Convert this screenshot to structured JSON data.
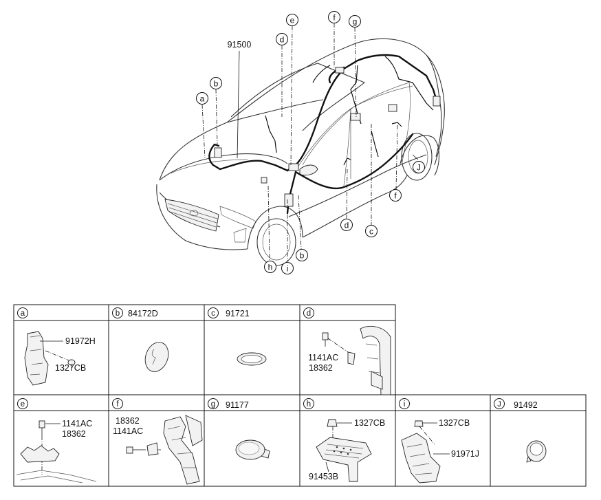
{
  "main_part_number": "91500",
  "callouts": {
    "a": "a",
    "b": "b",
    "c": "c",
    "d": "d",
    "e": "e",
    "f": "f",
    "g": "g",
    "h": "h",
    "i": "i",
    "j": "J"
  },
  "table": {
    "cells": [
      {
        "letter": "a",
        "header": "",
        "labels": [
          "91972H",
          "1327CB"
        ]
      },
      {
        "letter": "b",
        "header": "84172D",
        "labels": []
      },
      {
        "letter": "c",
        "header": "91721",
        "labels": []
      },
      {
        "letter": "d",
        "header": "",
        "labels": [
          "1141AC",
          "18362"
        ]
      },
      {
        "letter": "e",
        "header": "",
        "labels": [
          "1141AC",
          "18362"
        ]
      },
      {
        "letter": "f",
        "header": "",
        "labels": [
          "18362",
          "1141AC"
        ]
      },
      {
        "letter": "g",
        "header": "91177",
        "labels": []
      },
      {
        "letter": "h",
        "header": "",
        "labels": [
          "1327CB",
          "91453B"
        ]
      },
      {
        "letter": "i",
        "header": "",
        "labels": [
          "1327CB",
          "91971J"
        ]
      },
      {
        "letter": "J",
        "header": "91492",
        "labels": []
      }
    ]
  }
}
